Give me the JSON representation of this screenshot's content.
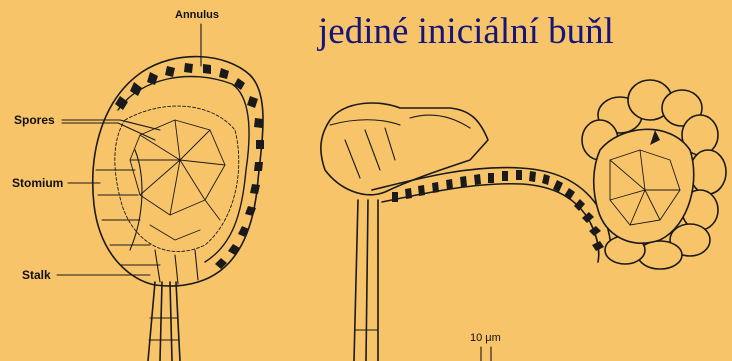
{
  "slide": {
    "title": "jediné iniciální buňl",
    "background": "#f8c46a",
    "title_color": "#15157a"
  },
  "figure": {
    "labels": {
      "annulus": "Annulus",
      "spores": "Spores",
      "stomium": "Stomium",
      "stalk": "Stalk"
    },
    "scale_bar": "10 μm"
  }
}
